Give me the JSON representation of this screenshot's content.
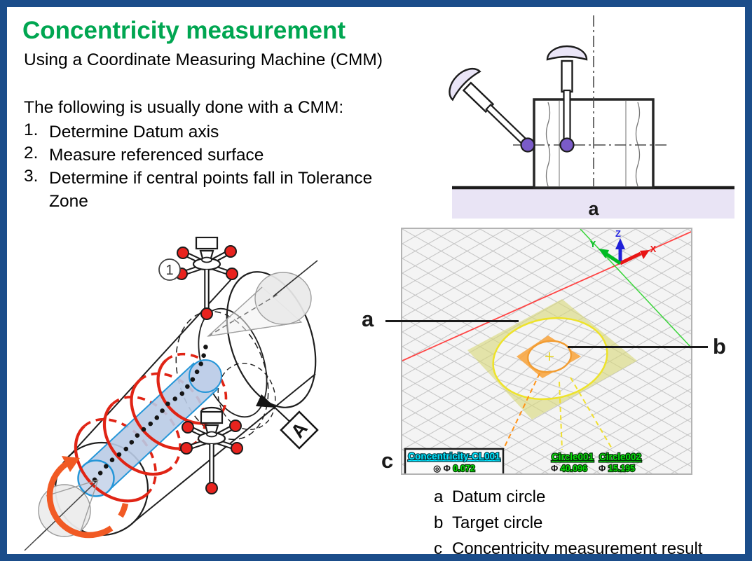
{
  "slide": {
    "title": "Concentricity measurement",
    "subtitle": "Using a Coordinate Measuring Machine (CMM)",
    "intro": "The following is usually done with a CMM:",
    "steps": [
      {
        "num": "1.",
        "text": "Determine Datum axis"
      },
      {
        "num": "2.",
        "text": "Measure referenced surface"
      },
      {
        "num": "3.",
        "text": "Determine if central points fall in Tolerance Zone"
      }
    ]
  },
  "probe_diagram": {
    "label": "a"
  },
  "cylinder_diagram": {
    "step_number": "1",
    "datum_label": "A"
  },
  "cad_view": {
    "axes": {
      "x": "X",
      "y": "Y",
      "z": "Z"
    },
    "axis_colors": {
      "x": "#e81515",
      "y": "#00bb22",
      "z": "#1f1fd8"
    },
    "callouts": {
      "a": "a",
      "b": "b",
      "c": "c"
    },
    "measurements": {
      "concentricity": {
        "name": "Concentricity-CL001",
        "symbols": "◎ Φ",
        "value": "0.072"
      },
      "circle1": {
        "name": "Circle001",
        "symbol": "Φ",
        "value": "40.096"
      },
      "circle2": {
        "name": "Circle002",
        "symbol": "Φ",
        "value": "15.195"
      }
    }
  },
  "legend": [
    {
      "key": "a",
      "text": "Datum circle"
    },
    {
      "key": "b",
      "text": "Target circle"
    },
    {
      "key": "c",
      "text": "Concentricity measurement result"
    }
  ],
  "colors": {
    "border_navy": "#1b4d8a",
    "title_green": "#00a651",
    "helix_red": "#e02415",
    "tolerance_blue": "#2596d8",
    "rotation_orange": "#f15a24",
    "datum_yellow": "#eee32a",
    "target_orange": "#f29d33",
    "label_cyan": "#00e5ff",
    "value_green": "#06e006",
    "probe_purple": "#7a5bc8"
  }
}
